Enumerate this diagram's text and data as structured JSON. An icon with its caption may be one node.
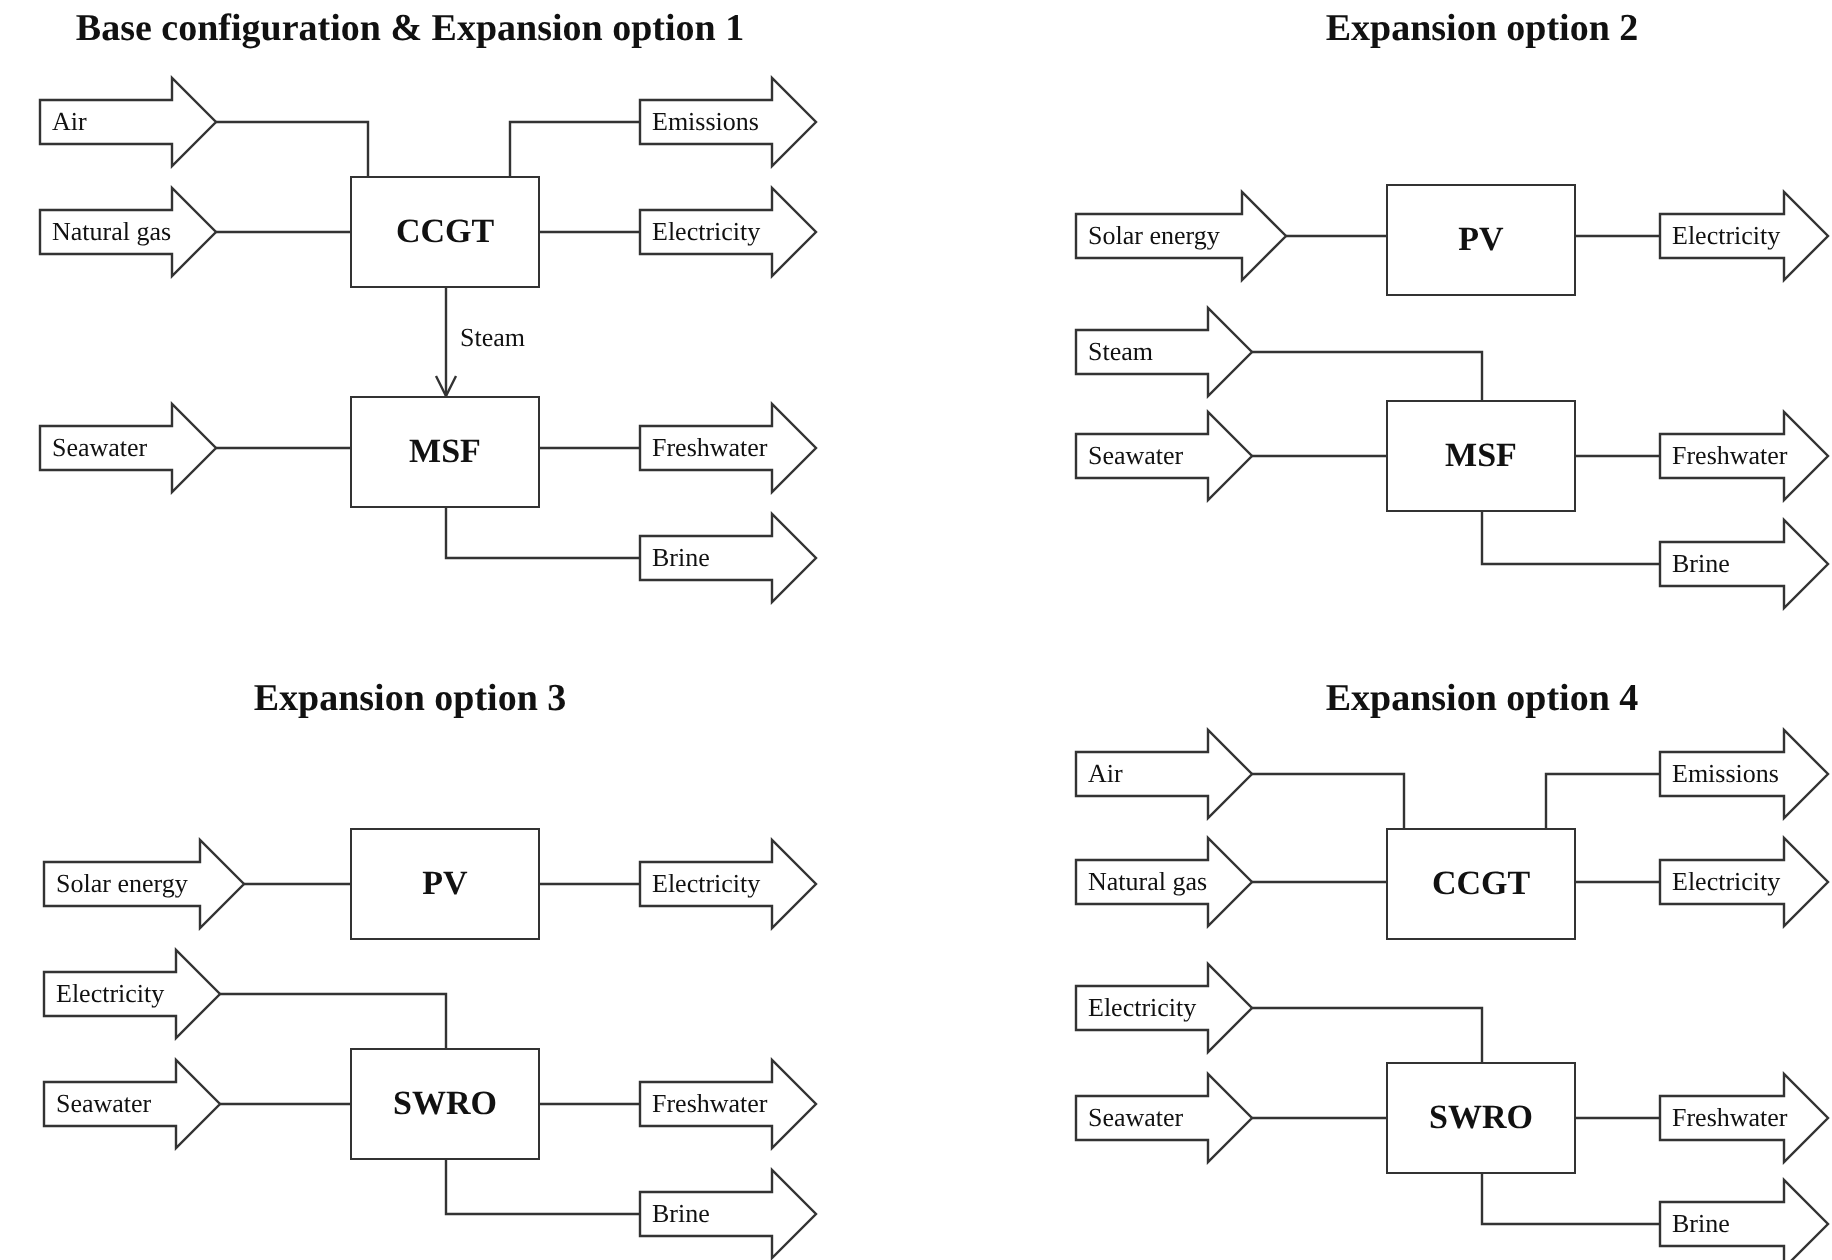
{
  "diagram": {
    "nodes": [
      {
        "text": [
          "Air"
        ]
      },
      {
        "text": [
          "Natural gas"
        ]
      },
      {
        "text": [
          "CCGT"
        ]
      },
      {
        "text": [
          "Emissions"
        ]
      },
      {
        "text": [
          "Electricity"
        ]
      },
      {
        "text": [
          "Seawater"
        ]
      },
      {
        "text": [
          "MSF"
        ]
      },
      {
        "text": [
          "Freshwater"
        ]
      },
      {
        "text": [
          "Brine"
        ]
      },
      {
        "text": [
          "Solar energy"
        ]
      },
      {
        "text": [
          "PV"
        ]
      },
      {
        "text": [
          "Electricity"
        ]
      },
      {
        "text": [
          "Steam"
        ]
      },
      {
        "text": [
          "Seawater"
        ]
      },
      {
        "text": [
          "MSF"
        ]
      },
      {
        "text": [
          "Freshwater"
        ]
      },
      {
        "text": [
          "Brine"
        ]
      },
      {
        "text": [
          "Solar energy"
        ]
      },
      {
        "text": [
          "PV"
        ]
      },
      {
        "text": [
          "Electricity"
        ]
      },
      {
        "text": [
          "Electricity"
        ]
      },
      {
        "text": [
          "Seawater"
        ]
      },
      {
        "text": [
          "SWRO"
        ]
      },
      {
        "text": [
          "Freshwater"
        ]
      },
      {
        "text": [
          "Brine"
        ]
      },
      {
        "text": [
          "Air"
        ]
      },
      {
        "text": [
          "Natural gas"
        ]
      },
      {
        "text": [
          "CCGT"
        ]
      },
      {
        "text": [
          "Emissions"
        ]
      },
      {
        "text": [
          "Electricity"
        ]
      },
      {
        "text": [
          "Electricity"
        ]
      },
      {
        "text": [
          "Seawater"
        ]
      },
      {
        "text": [
          "SWRO"
        ]
      },
      {
        "text": [
          "Freshwater"
        ]
      },
      {
        "text": [
          "Brine"
        ]
      }
    ],
    "edges": [
      {
        "from": 0,
        "to": 2,
        "arrow": "none"
      },
      {
        "from": 1,
        "to": 2,
        "arrow": "none"
      },
      {
        "from": 2,
        "to": 3,
        "arrow": "none"
      },
      {
        "from": 2,
        "to": 4,
        "arrow": "none"
      },
      {
        "from": 2,
        "to": 6,
        "arrow": "to",
        "label": "Steam"
      },
      {
        "from": 5,
        "to": 6,
        "arrow": "none"
      },
      {
        "from": 6,
        "to": 7,
        "arrow": "none"
      },
      {
        "from": 6,
        "to": 8,
        "arrow": "none"
      },
      {
        "from": 9,
        "to": 10,
        "arrow": "none"
      },
      {
        "from": 10,
        "to": 11,
        "arrow": "none"
      },
      {
        "from": 12,
        "to": 14,
        "arrow": "none"
      },
      {
        "from": 13,
        "to": 14,
        "arrow": "none"
      },
      {
        "from": 14,
        "to": 15,
        "arrow": "none"
      },
      {
        "from": 14,
        "to": 16,
        "arrow": "none"
      },
      {
        "from": 17,
        "to": 18,
        "arrow": "none"
      },
      {
        "from": 18,
        "to": 19,
        "arrow": "none"
      },
      {
        "from": 20,
        "to": 22,
        "arrow": "none"
      },
      {
        "from": 21,
        "to": 22,
        "arrow": "none"
      },
      {
        "from": 22,
        "to": 23,
        "arrow": "none"
      },
      {
        "from": 22,
        "to": 24,
        "arrow": "none"
      },
      {
        "from": 25,
        "to": 27,
        "arrow": "none"
      },
      {
        "from": 26,
        "to": 27,
        "arrow": "none"
      },
      {
        "from": 27,
        "to": 28,
        "arrow": "none"
      },
      {
        "from": 27,
        "to": 29,
        "arrow": "none"
      },
      {
        "from": 30,
        "to": 32,
        "arrow": "none"
      },
      {
        "from": 31,
        "to": 32,
        "arrow": "none"
      },
      {
        "from": 32,
        "to": 33,
        "arrow": "none"
      },
      {
        "from": 32,
        "to": 34,
        "arrow": "none"
      }
    ],
    "labels": [
      "Base configuration & Expansion option 1",
      "Expansion option 2",
      "Expansion option 3",
      "Expansion option 4"
    ]
  }
}
